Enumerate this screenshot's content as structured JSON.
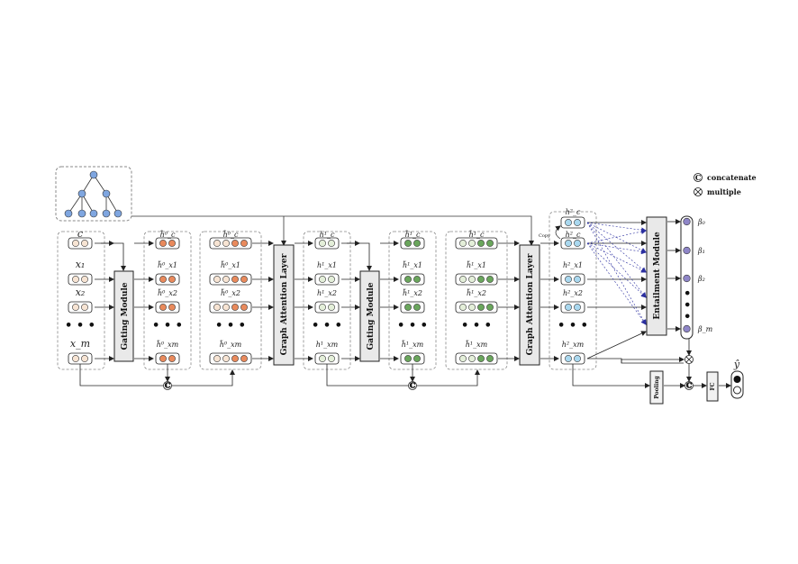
{
  "legend": {
    "concat_symbol": "C",
    "concat_label": "concatenate",
    "multiply_symbol": "⊗",
    "multiply_label": "multiple"
  },
  "modules": {
    "gating_1": "Gating Module",
    "gat_1": "Graph Attention Layer",
    "gating_2": "Gating Module",
    "gat_2": "Graph Attention Layer",
    "entailment": "Entailment Module",
    "pooling": "Pooling",
    "fc": "FC"
  },
  "inputs": [
    "c",
    "x₁",
    "x₂",
    "x_m"
  ],
  "gated_0": [
    "h̃⁰_c",
    "h̃⁰_x1",
    "h̃⁰_x2",
    "h̃⁰_xm"
  ],
  "concat_0": [
    "h̃⁰_c",
    "h̃⁰_x1",
    "h̃⁰_x2",
    "h̃⁰_xm"
  ],
  "gat_out_1": [
    "h¹_c",
    "h¹_x1",
    "h¹_x2",
    "h¹_xm"
  ],
  "gated_1": [
    "h̃¹_c",
    "h̃¹_x1",
    "h̃¹_x2",
    "h̃¹_xm"
  ],
  "concat_1": [
    "h̃¹_c",
    "h̃¹_x1",
    "h̃¹_x2",
    "h̃¹_xm"
  ],
  "gat_out_2": [
    "h²_c",
    "h²_c",
    "h²_x1",
    "h²_x2",
    "h²_xm"
  ],
  "copy_label": "Copy",
  "betas": [
    "β₀",
    "β₁",
    "β₂",
    "β_m"
  ],
  "output_label": "ŷ",
  "ellipsis": "• • •",
  "concat_node": "C",
  "colors": {
    "input_node": "#f7e4d3",
    "orange_node": "#e98a5c",
    "green_node": "#6aa65c",
    "light_green": "#e4efd9",
    "blue_node": "#a9d8ef",
    "purple_node": "#8f86c8",
    "tree_node": "#7fa6e0",
    "module_fill": "#e9e9e9"
  }
}
